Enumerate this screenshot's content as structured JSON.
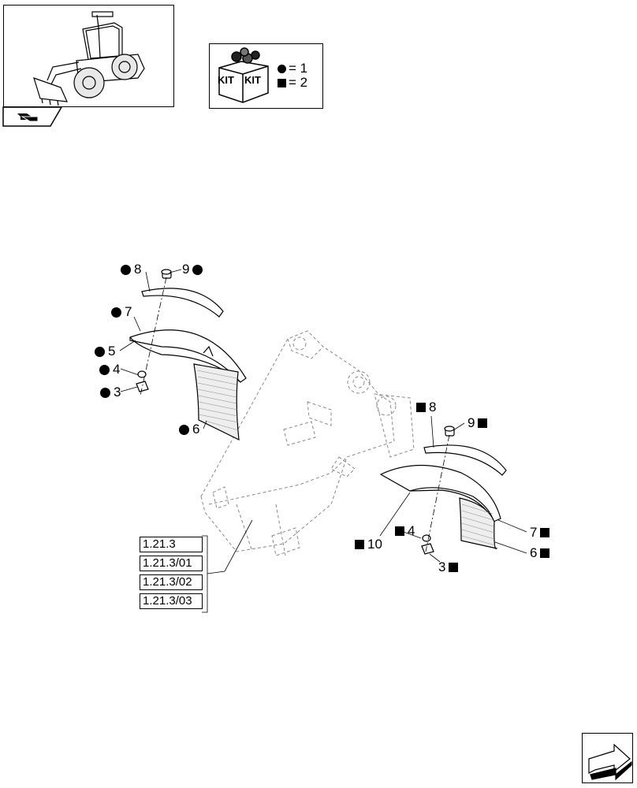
{
  "kit_legend": {
    "kit_label_1": "KIT",
    "kit_label_2": "KIT",
    "circle_text": "= 1",
    "square_text": "= 2"
  },
  "callouts": {
    "c8": "8",
    "c9": "9",
    "c7": "7",
    "c5": "5",
    "c4": "4",
    "c3": "3",
    "c6": "6",
    "s8": "8",
    "s9": "9",
    "s10": "10",
    "s4": "4",
    "s3": "3",
    "s7": "7",
    "s6": "6"
  },
  "references": [
    "1.21.3",
    "1.21.3/01",
    "1.21.3/02",
    "1.21.3/03"
  ],
  "icons": {
    "thumbnail": "wheel-loader-thumbnail",
    "tab": "return-arrow-icon",
    "kit": "kit-boxes-icon",
    "next": "next-page-arrow-icon"
  }
}
